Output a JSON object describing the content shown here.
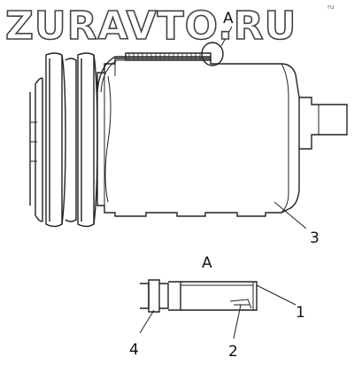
{
  "watermark": "ZURAVTO.RU",
  "view_mark_top": "A",
  "detail_title": "A",
  "callouts": {
    "c1": "1",
    "c2": "2",
    "c3": "3",
    "c4": "4"
  },
  "corner_mark": "ru"
}
